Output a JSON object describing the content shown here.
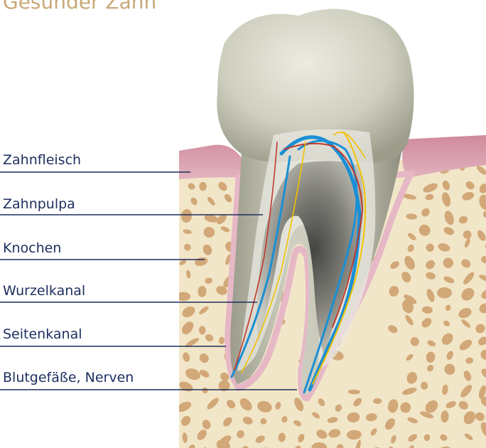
{
  "title": "Gesunder Zahn",
  "labels": [
    {
      "id": "zahnfleisch",
      "text": "Zahnfleisch"
    },
    {
      "id": "zahnpulpa",
      "text": "Zahnpulpa"
    },
    {
      "id": "knochen",
      "text": "Knochen"
    },
    {
      "id": "wurzelkanal",
      "text": "Wurzelkanal"
    },
    {
      "id": "seitenkanal",
      "text": "Seitenkanal"
    },
    {
      "id": "blutgefaesse",
      "text": "Blutgefäße, Nerven"
    }
  ],
  "colors": {
    "title": "#c8a877",
    "label_text": "#1c2e5e",
    "leader_line": "#1c2e5e",
    "gum": "#dca4b2",
    "bone": "#f2e6c8",
    "bone_pores": "#d2a878",
    "enamel": "#cfcfc0",
    "pulp": "#e8e8e2",
    "vessel_blue": "#1a8fd6",
    "vessel_red": "#c0392b",
    "nerve_yellow": "#f2c200"
  }
}
